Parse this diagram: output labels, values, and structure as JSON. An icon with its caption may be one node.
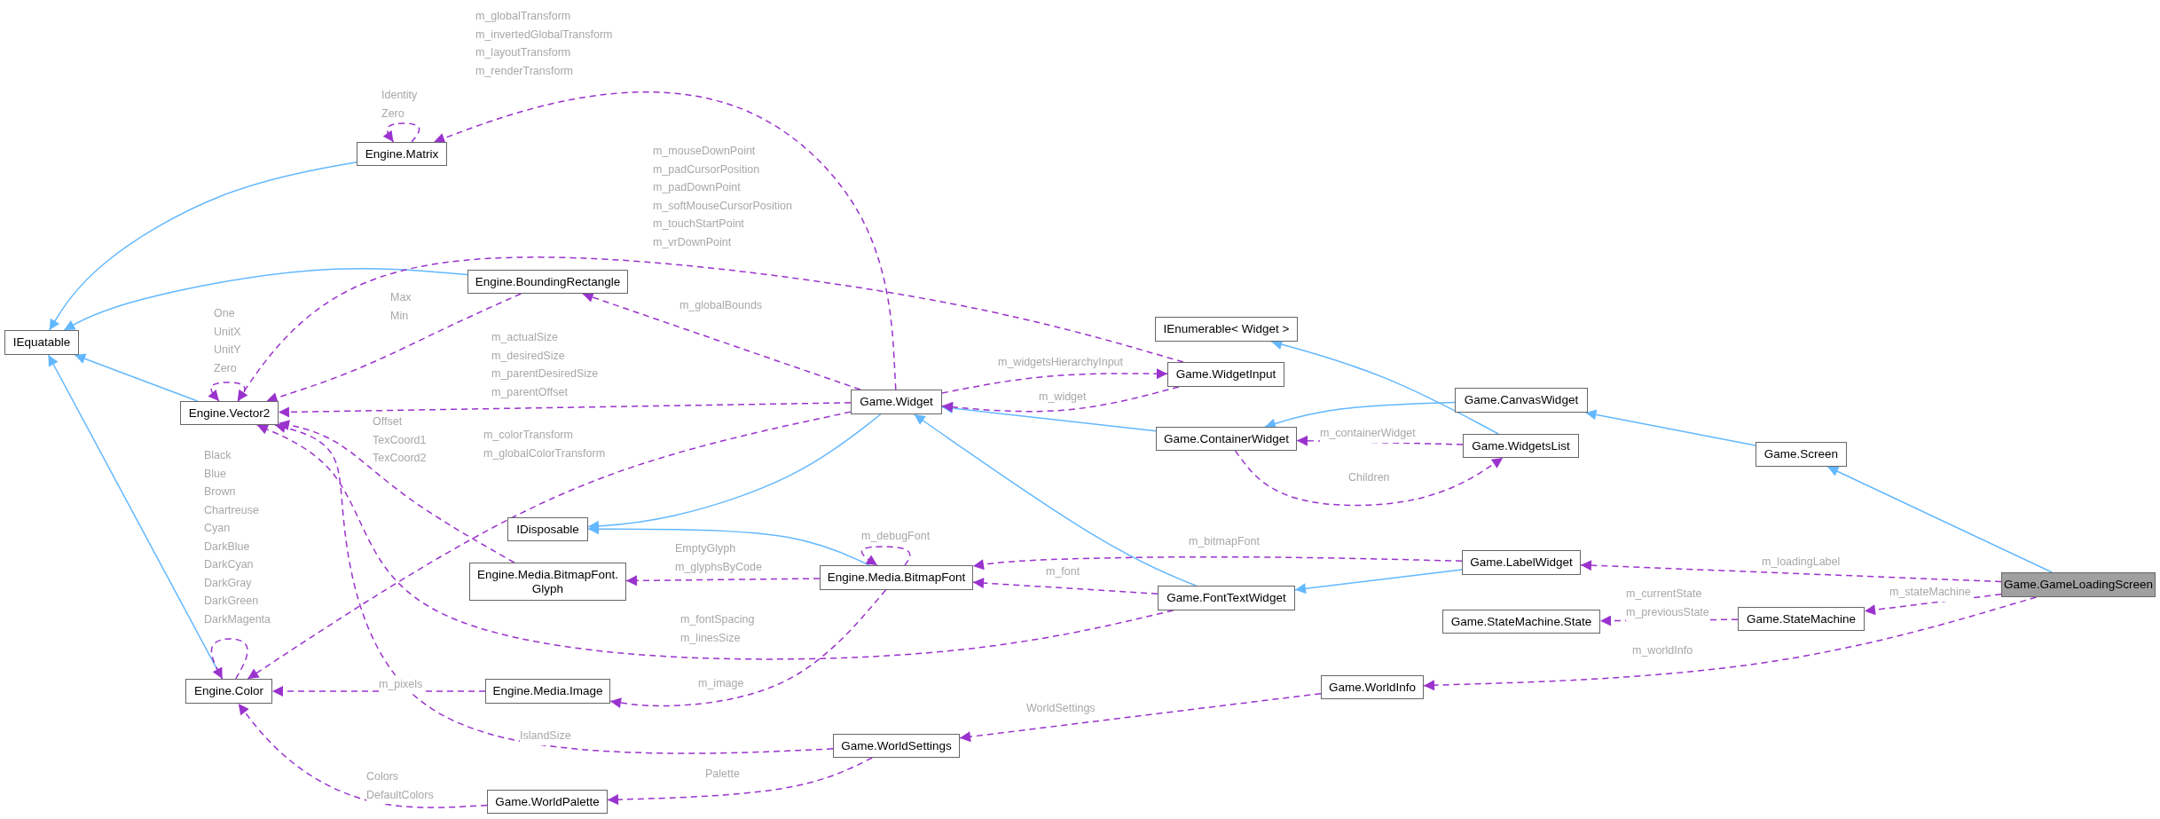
{
  "diagram": {
    "nodes": [
      {
        "text": [
          "IEquatable"
        ]
      },
      {
        "text": [
          "Engine.Matrix"
        ]
      },
      {
        "text": [
          "Engine.BoundingRectangle"
        ]
      },
      {
        "text": [
          "Engine.Vector2"
        ]
      },
      {
        "text": [
          "Game.Widget"
        ]
      },
      {
        "text": [
          "IEnumerable< Widget >"
        ]
      },
      {
        "text": [
          "Game.WidgetInput"
        ]
      },
      {
        "text": [
          "Game.CanvasWidget"
        ]
      },
      {
        "text": [
          "Game.ContainerWidget"
        ]
      },
      {
        "text": [
          "Game.WidgetsList"
        ]
      },
      {
        "text": [
          "Game.Screen"
        ]
      },
      {
        "text": [
          "IDisposable"
        ]
      },
      {
        "text": [
          "Engine.Media.BitmapFont. Glyph"
        ]
      },
      {
        "text": [
          "Engine.Media.BitmapFont"
        ]
      },
      {
        "text": [
          "Game.LabelWidget"
        ]
      },
      {
        "text": [
          "Game.FontTextWidget"
        ]
      },
      {
        "text": [
          "Game.GameLoadingScreen"
        ]
      },
      {
        "text": [
          "Game.StateMachine.State"
        ]
      },
      {
        "text": [
          "Game.StateMachine"
        ]
      },
      {
        "text": [
          "Engine.Color"
        ]
      },
      {
        "text": [
          "Engine.Media.Image"
        ]
      },
      {
        "text": [
          "Game.WorldInfo"
        ]
      },
      {
        "text": [
          "Game.WorldSettings"
        ]
      },
      {
        "text": [
          "Game.WorldPalette"
        ]
      }
    ],
    "edges": [
      {
        "from": 1,
        "to": 0,
        "arrow": "to",
        "color": "#63b8ff"
      },
      {
        "from": 2,
        "to": 0,
        "arrow": "to",
        "color": "#63b8ff"
      },
      {
        "from": 3,
        "to": 0,
        "arrow": "to",
        "color": "#63b8ff"
      },
      {
        "from": 19,
        "to": 0,
        "arrow": "to",
        "color": "#63b8ff"
      },
      {
        "from": 9,
        "to": 5,
        "arrow": "to",
        "color": "#63b8ff"
      },
      {
        "from": 7,
        "to": 8,
        "arrow": "to",
        "color": "#63b8ff"
      },
      {
        "from": 8,
        "to": 4,
        "arrow": "to",
        "color": "#63b8ff"
      },
      {
        "from": 4,
        "to": 11,
        "arrow": "to",
        "color": "#63b8ff"
      },
      {
        "from": 13,
        "to": 11,
        "arrow": "to",
        "color": "#63b8ff"
      },
      {
        "from": 15,
        "to": 4,
        "arrow": "to",
        "color": "#63b8ff"
      },
      {
        "from": 14,
        "to": 15,
        "arrow": "to",
        "color": "#63b8ff"
      },
      {
        "from": 10,
        "to": 7,
        "arrow": "to",
        "color": "#63b8ff"
      },
      {
        "from": 16,
        "to": 10,
        "arrow": "to",
        "color": "#63b8ff"
      },
      {
        "from": 1,
        "to": 1,
        "arrow": "to",
        "style": "dashed",
        "label": "Identity Zero"
      },
      {
        "from": 4,
        "to": 1,
        "arrow": "to",
        "style": "dashed",
        "label": "m_globalTransform m_invertedGlobalTransform m_layoutTransform m_renderTransform"
      },
      {
        "from": 3,
        "to": 3,
        "arrow": "to",
        "style": "dashed",
        "label": "One UnitX UnitY Zero"
      },
      {
        "from": 6,
        "to": 3,
        "arrow": "to",
        "style": "dashed",
        "label": "m_mouseDownPoint m_padCursorPosition m_padDownPoint m_softMouseCursorPosition m_touchStartPoint m_vrDownPoint"
      },
      {
        "from": 2,
        "to": 3,
        "arrow": "to",
        "style": "dashed",
        "label": "Max Min"
      },
      {
        "from": 4,
        "to": 2,
        "arrow": "to",
        "style": "dashed",
        "label": "m_globalBounds"
      },
      {
        "from": 4,
        "to": 3,
        "arrow": "to",
        "style": "dashed",
        "label": "m_actualSize m_desiredSize m_parentDesiredSize m_parentOffset"
      },
      {
        "from": 12,
        "to": 3,
        "arrow": "to",
        "style": "dashed",
        "label": "Offset TexCoord1 TexCoord2"
      },
      {
        "from": 15,
        "to": 3,
        "arrow": "to",
        "style": "dashed",
        "label": "m_fontSpacing m_linesSize"
      },
      {
        "from": 22,
        "to": 3,
        "arrow": "to",
        "style": "dashed",
        "label": "IslandSize"
      },
      {
        "from": 4,
        "to": 19,
        "arrow": "to",
        "style": "dashed",
        "label": "m_colorTransform m_globalColorTransform"
      },
      {
        "from": 19,
        "to": 19,
        "arrow": "to",
        "style": "dashed",
        "label": "Black Blue Brown Chartreuse Cyan DarkBlue DarkCyan DarkGray DarkGreen DarkMagenta"
      },
      {
        "from": 20,
        "to": 19,
        "arrow": "to",
        "style": "dashed",
        "label": "m_pixels"
      },
      {
        "from": 23,
        "to": 19,
        "arrow": "to",
        "style": "dashed",
        "label": "Colors DefaultColors"
      },
      {
        "from": 4,
        "to": 6,
        "arrow": "to",
        "style": "dashed",
        "label": "m_widgetsHierarchyInput"
      },
      {
        "from": 6,
        "to": 4,
        "arrow": "to",
        "style": "dashed",
        "label": "m_widget"
      },
      {
        "from": 9,
        "to": 8,
        "arrow": "to",
        "style": "dashed",
        "label": "m_containerWidget"
      },
      {
        "from": 8,
        "to": 9,
        "arrow": "to",
        "style": "dashed",
        "label": "Children"
      },
      {
        "from": 13,
        "to": 13,
        "arrow": "to",
        "style": "dashed",
        "label": "m_debugFont"
      },
      {
        "from": 13,
        "to": 12,
        "arrow": "to",
        "style": "dashed",
        "label": "EmptyGlyph m_glyphsByCode"
      },
      {
        "from": 14,
        "to": 13,
        "arrow": "to",
        "style": "dashed",
        "label": "m_bitmapFont"
      },
      {
        "from": 15,
        "to": 13,
        "arrow": "to",
        "style": "dashed",
        "label": "m_font"
      },
      {
        "from": 13,
        "to": 20,
        "arrow": "to",
        "style": "dashed",
        "label": "m_image"
      },
      {
        "from": 16,
        "to": 14,
        "arrow": "to",
        "style": "dashed",
        "label": "m_loadingLabel"
      },
      {
        "from": 16,
        "to": 18,
        "arrow": "to",
        "style": "dashed",
        "label": "m_stateMachine"
      },
      {
        "from": 18,
        "to": 17,
        "arrow": "to",
        "style": "dashed",
        "label": "m_currentState m_previousState"
      },
      {
        "from": 16,
        "to": 21,
        "arrow": "to",
        "style": "dashed",
        "label": "m_worldInfo"
      },
      {
        "from": 21,
        "to": 22,
        "arrow": "to",
        "style": "dashed",
        "label": "WorldSettings"
      },
      {
        "from": 22,
        "to": 23,
        "arrow": "to",
        "style": "dashed",
        "label": "Palette"
      }
    ]
  }
}
